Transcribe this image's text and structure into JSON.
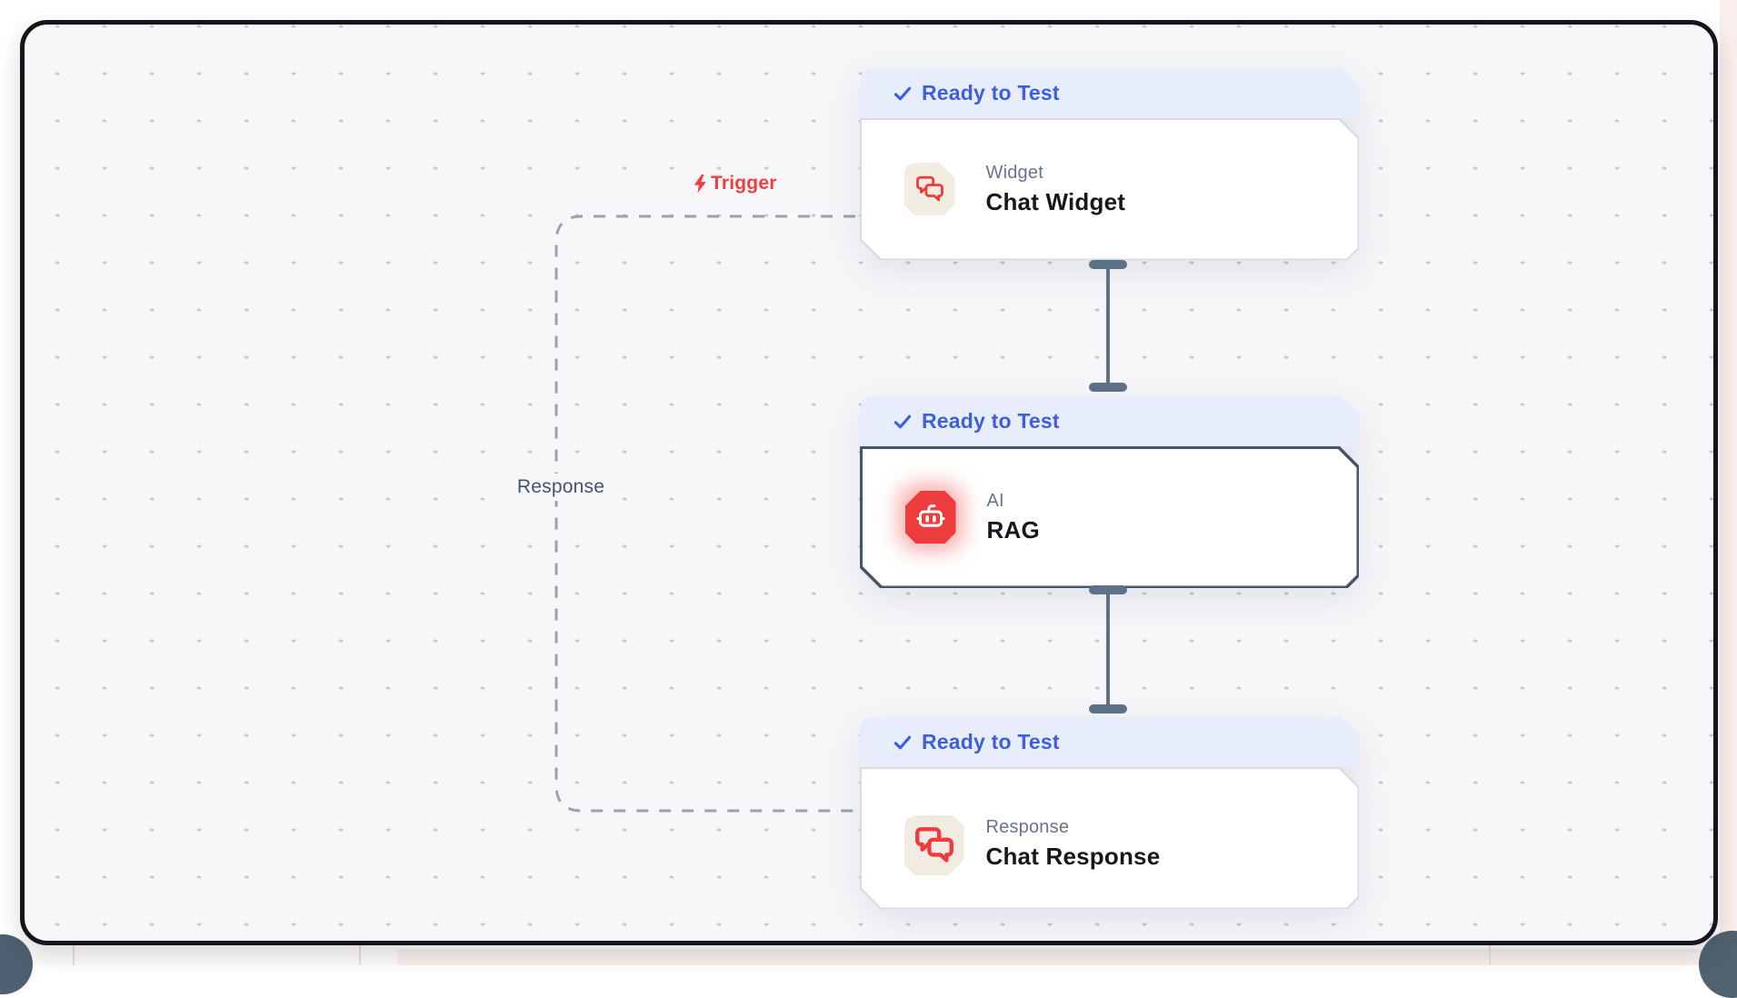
{
  "canvas": {
    "trigger_label": "Trigger",
    "response_wire_label": "Response"
  },
  "nodes": [
    {
      "status": "Ready to Test",
      "category": "Widget",
      "title": "Chat Widget",
      "icon": "chat-bubbles-icon"
    },
    {
      "status": "Ready to Test",
      "category": "AI",
      "title": "RAG",
      "icon": "robot-icon"
    },
    {
      "status": "Ready to Test",
      "category": "Response",
      "title": "Chat Response",
      "icon": "chat-bubbles-icon"
    }
  ],
  "colors": {
    "badge_bg": "#e8edfb",
    "badge_text": "#3e5fdd",
    "accent_red": "#ee3c3c",
    "connector": "#5d7189",
    "selected_border": "#47566b",
    "canvas_bg": "#f7f7f9",
    "wire_dash": "#9aa2ac",
    "frame_border": "#14161b"
  }
}
